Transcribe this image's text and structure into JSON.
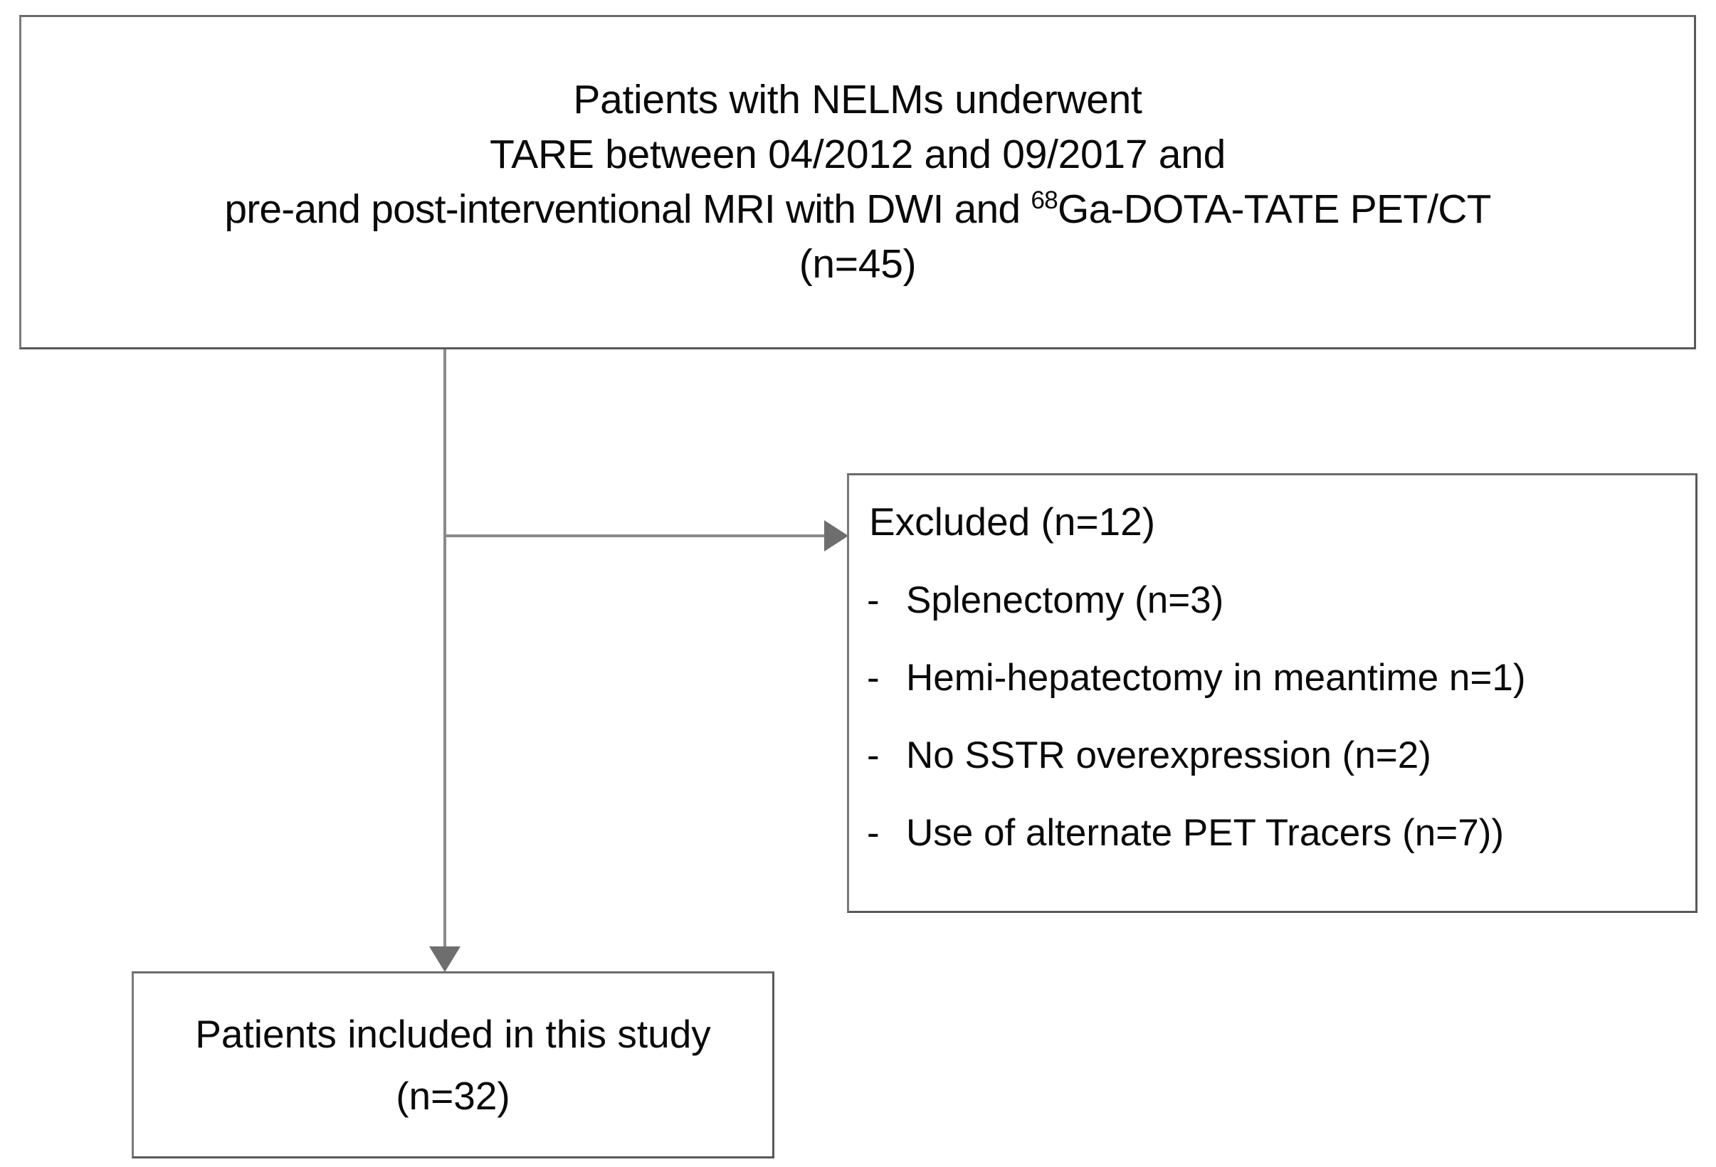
{
  "figure": {
    "type": "patient-flow-diagram",
    "colors": {
      "box_border": "#595959",
      "connector": "#8a8a8a",
      "text": "#0a0a0a",
      "background": "#ffffff"
    }
  },
  "enrollment_box": {
    "line1": "Patients with NELMs underwent",
    "line2": "TARE between 04/2012 and 09/2017 and",
    "line3_before_sup": "pre-and post-interventional MRI with DWI and ",
    "line3_sup": "68",
    "line3_after_sup": "Ga-DOTA-TATE  PET/CT",
    "line4": "(n=45)",
    "count": 45
  },
  "excluded_box": {
    "title": "Excluded (n=12)",
    "count": 12,
    "items": [
      {
        "dash": "-",
        "text": "Splenectomy (n=3)",
        "count": 3
      },
      {
        "dash": "-",
        "text": "Hemi-hepatectomy in meantime n=1)",
        "count": 1
      },
      {
        "dash": "-",
        "text": "No SSTR overexpression  (n=2)",
        "count": 2
      },
      {
        "dash": "-",
        "text": "Use of alternate PET Tracers  (n=7))",
        "count": 7
      }
    ]
  },
  "included_box": {
    "line1": "Patients included in this study",
    "line2": "(n=32)",
    "count": 32
  }
}
